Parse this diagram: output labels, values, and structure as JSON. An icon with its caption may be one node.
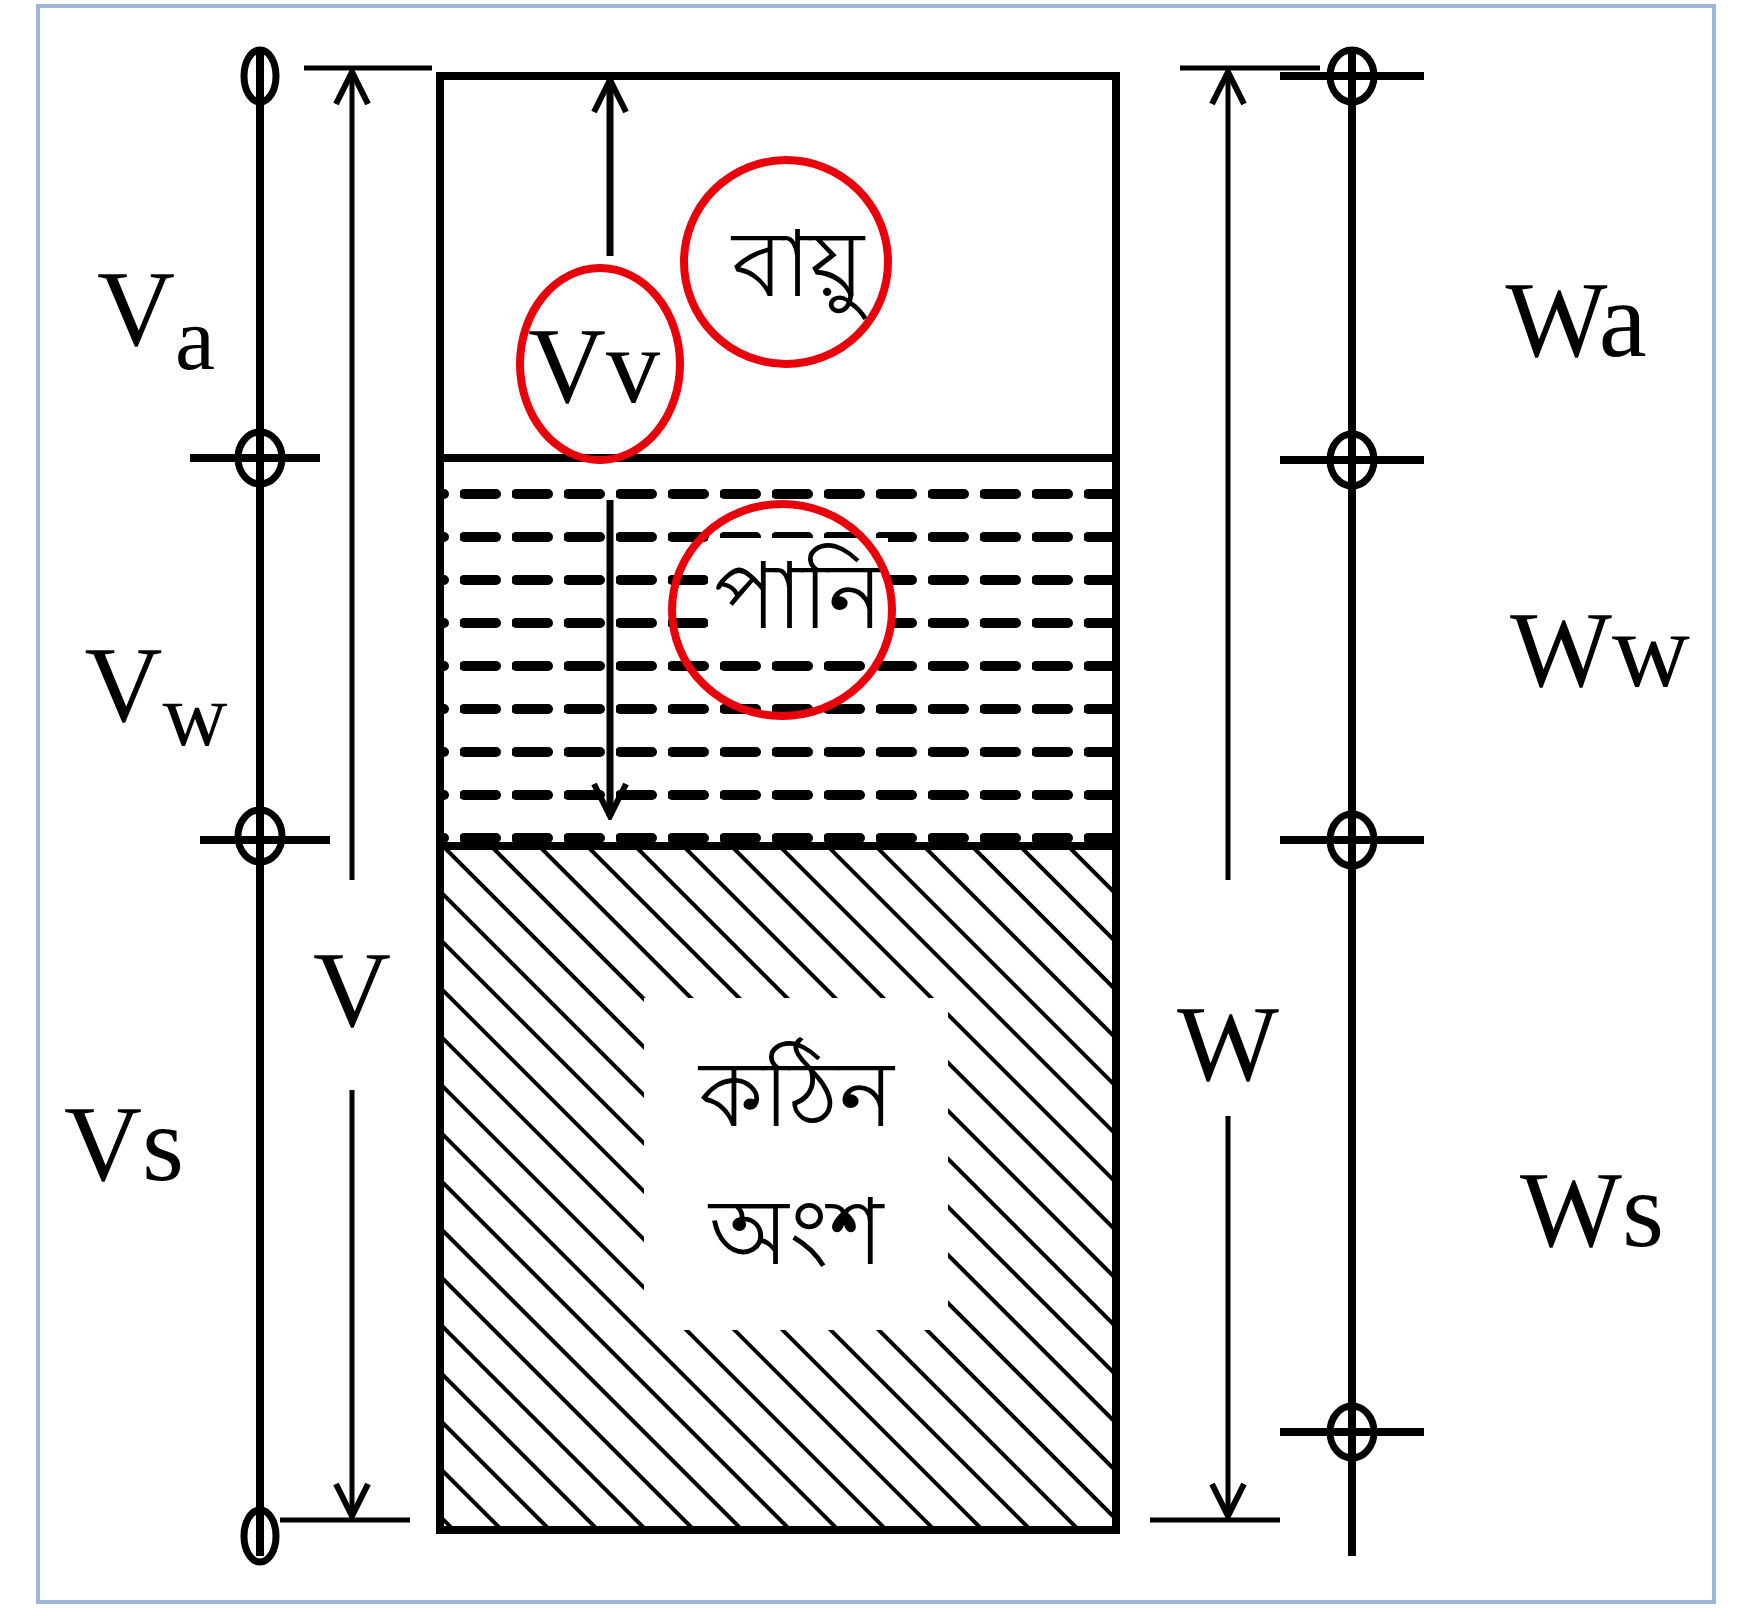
{
  "diagram": {
    "nodes": [
      {
        "text": [
          "বায়ু"
        ]
      },
      {
        "text": [
          "পানি"
        ]
      },
      {
        "text": [
          "কঠিন অংশ"
        ]
      }
    ],
    "labels": [
      "V$_{a}$",
      "V$_{w}$",
      "Vs",
      "Vv",
      "V",
      "Wa",
      "Ww",
      "W",
      "Ws"
    ]
  }
}
